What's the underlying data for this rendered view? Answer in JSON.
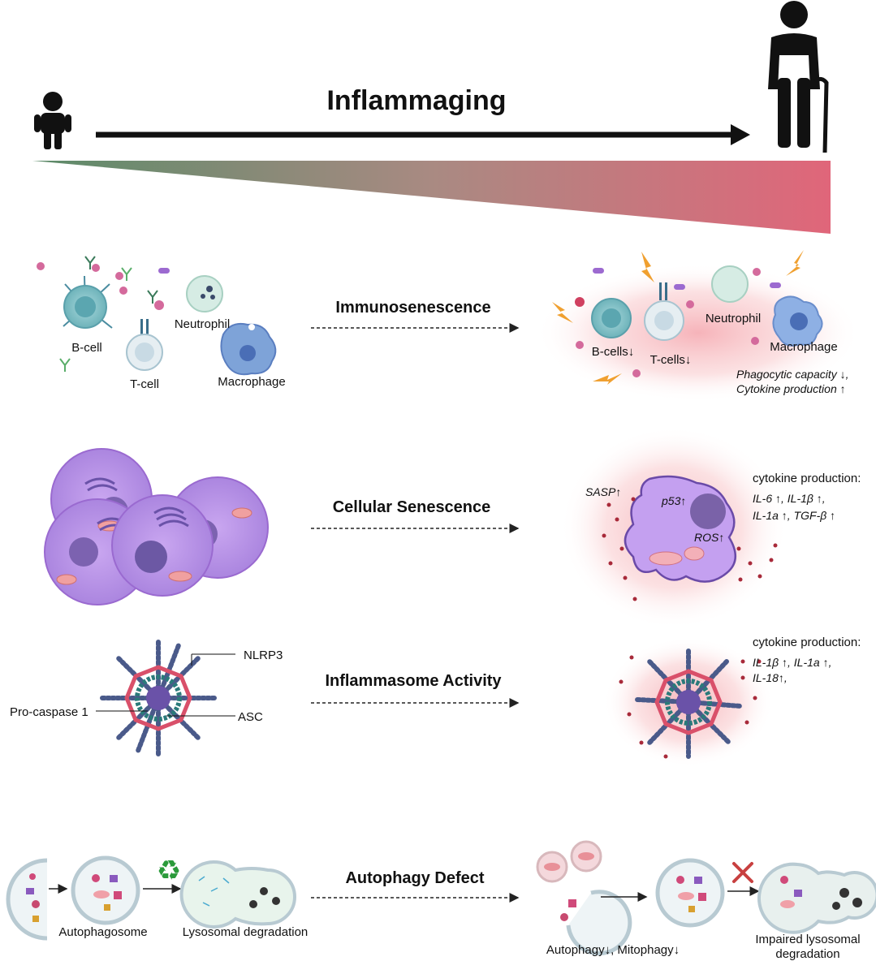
{
  "title": "Inflammaging",
  "colors": {
    "gradient_start": "#5f8a6a",
    "gradient_end": "#e0667a",
    "accent_pink": "#d9506a",
    "cell_purple": "#b48ce6"
  },
  "icons": {
    "child": "child-silhouette-icon",
    "elder": "elder-with-cane-icon",
    "recycle": "recycle-icon",
    "blocked": "red-x-icon"
  },
  "sections": {
    "immunosenescence": {
      "title": "Immunosenescence",
      "left": {
        "bcell": "B-cell",
        "tcell": "T-cell",
        "neutrophil": "Neutrophil",
        "macrophage": "Macrophage"
      },
      "right": {
        "bcells": "B-cells↓",
        "tcells": "T-cells↓",
        "neutrophil": "Neutrophil",
        "macrophage": "Macrophage",
        "note1": "Phagocytic capacity ↓,",
        "note2": "Cytokine production ↑"
      }
    },
    "cellular": {
      "title": "Cellular Senescence",
      "right": {
        "sasp": "SASP↑",
        "p53": "p53↑",
        "ros": "ROS↑",
        "cyto_title": "cytokine production:",
        "cyto1": "IL-6 ↑, IL-1β ↑,",
        "cyto2": "IL-1a ↑, TGF-β ↑"
      }
    },
    "inflammasome": {
      "title": "Inflammasome Activity",
      "left": {
        "nlrp3": "NLRP3",
        "procasp": "Pro-caspase 1",
        "asc": "ASC"
      },
      "right": {
        "cyto_title": "cytokine production:",
        "cyto1": "IL-1β ↑, IL-1a ↑,",
        "cyto2": "IL-18↑,"
      }
    },
    "autophagy": {
      "title": "Autophagy Defect",
      "left": {
        "autophagosome": "Autophagosome",
        "lysosomal": "Lysosomal degradation"
      },
      "right": {
        "defect": "Autophagy↓, Mitophagy↓",
        "impaired1": "Impaired lysosomal",
        "impaired2": "degradation"
      }
    }
  }
}
